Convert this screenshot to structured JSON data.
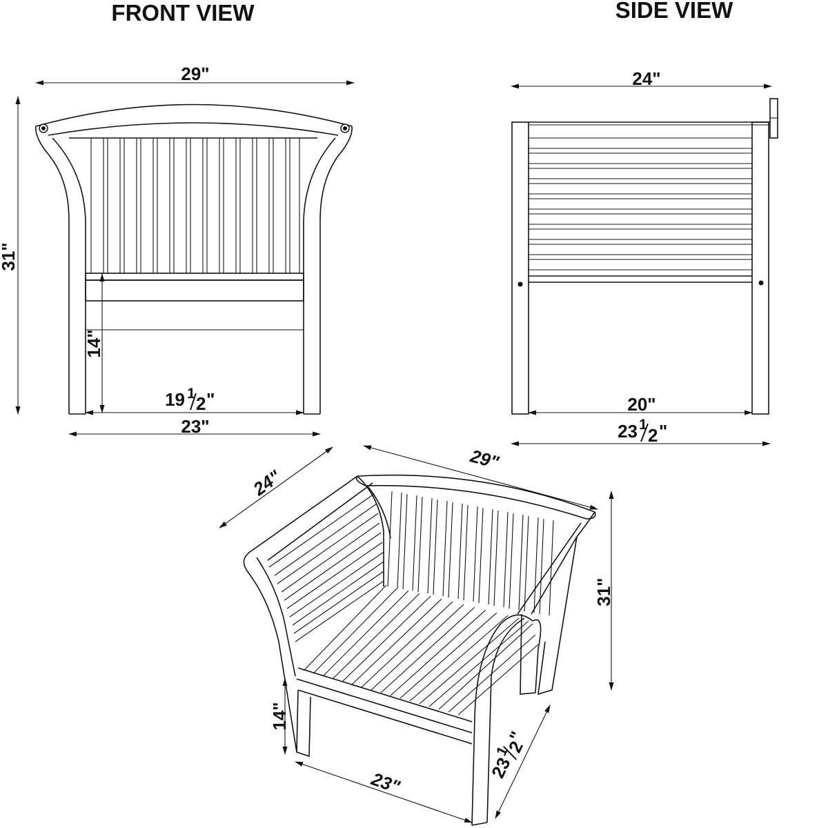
{
  "titles": {
    "front": "FRONT VIEW",
    "side": "SIDE VIEW"
  },
  "front_view": {
    "overall_width": "29\"",
    "overall_height": "31\"",
    "seat_height": "14\"",
    "seat_width_whole": "19",
    "seat_width_frac_num": "1",
    "seat_width_frac_den": "2",
    "seat_width_unit": "\"",
    "base_width": "23\""
  },
  "side_view": {
    "overall_depth": "24\"",
    "seat_depth": "20\"",
    "base_depth_whole": "23",
    "base_depth_frac_num": "1",
    "base_depth_frac_den": "2",
    "base_depth_unit": "\""
  },
  "iso_view": {
    "width": "29\"",
    "depth": "24\"",
    "height": "31\"",
    "seat_height": "14\"",
    "base_width": "23\"",
    "base_depth_whole": "23",
    "base_depth_frac_num": "1",
    "base_depth_frac_den": "2",
    "base_depth_unit": "\""
  }
}
